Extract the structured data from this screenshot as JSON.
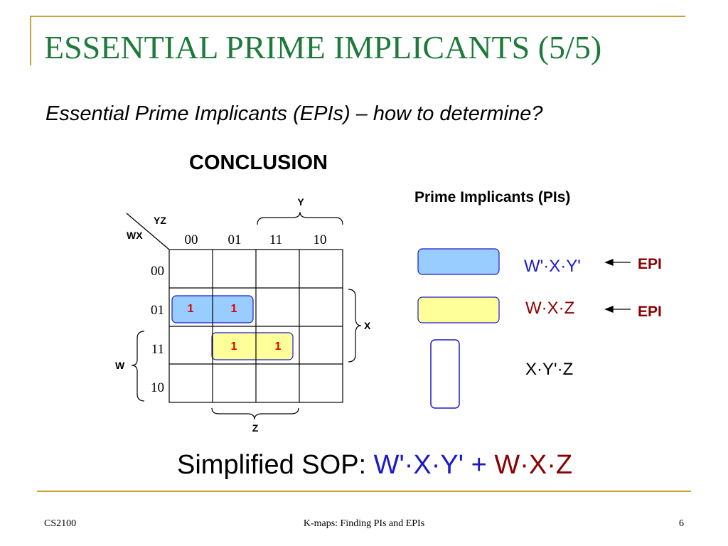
{
  "slide": {
    "title": "ESSENTIAL PRIME IMPLICANTS (5/5)",
    "subtitle": "Essential Prime Implicants (EPIs) – how to determine?",
    "conclusion": "CONCLUSION",
    "pi_header": "Prime Implicants (PIs)"
  },
  "kmap": {
    "row_var": "WX",
    "col_var": "YZ",
    "col_labels": [
      "00",
      "01",
      "11",
      "10"
    ],
    "row_labels": [
      "00",
      "01",
      "11",
      "10"
    ],
    "brace_y": "Y",
    "brace_x": "X",
    "brace_w": "W",
    "brace_z": "Z",
    "cells": [
      [
        "",
        "",
        "",
        ""
      ],
      [
        "1",
        "1",
        "",
        ""
      ],
      [
        "",
        "1",
        "1",
        ""
      ],
      [
        "",
        "",
        "",
        ""
      ]
    ]
  },
  "prime_implicants": [
    {
      "expr": "W'·X·Y'",
      "epi": "EPI",
      "color": "#99ccff",
      "text_color": "#1a1acc"
    },
    {
      "expr": "W·X·Z",
      "epi": "EPI",
      "color": "#ffff99",
      "text_color": "#8b0000"
    },
    {
      "expr": "X·Y'·Z",
      "epi": "",
      "color": "#ffffff",
      "text_color": "#000000"
    }
  ],
  "sop": {
    "label": "Simplified SOP: ",
    "term1": "W'·X·Y'",
    "plus": " + ",
    "term2": "W·X·Z"
  },
  "footer": {
    "left": "CS2100",
    "center": "K-maps: Finding PIs and EPIs",
    "page": "6"
  }
}
